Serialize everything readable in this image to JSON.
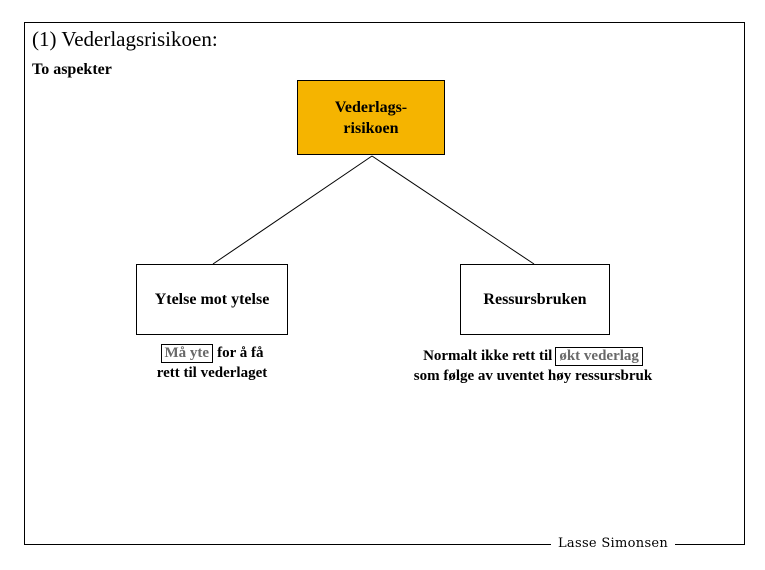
{
  "slide": {
    "title": "(1) Vederlagsrisikoen:",
    "subtitle": "To aspekter",
    "frame_color": "#000000",
    "background": "#ffffff"
  },
  "diagram": {
    "root": {
      "label_line1": "Vederlags-",
      "label_line2": "risikoen",
      "fill": "#F5B400",
      "border": "#000000"
    },
    "branches": [
      {
        "box_label": "Ytelse mot ytelse",
        "caption_highlight": "Må yte",
        "caption_after": "for å få",
        "caption_line2": "rett til vederlaget"
      },
      {
        "box_label": "Ressursbruken",
        "caption_before": "Normalt ikke rett til",
        "caption_highlight": "økt vederlag",
        "caption_line2": "som følge av uventet høy ressursbruk"
      }
    ],
    "highlight_text_color": "#696969"
  },
  "footer": {
    "author": "Lasse Simonsen"
  }
}
